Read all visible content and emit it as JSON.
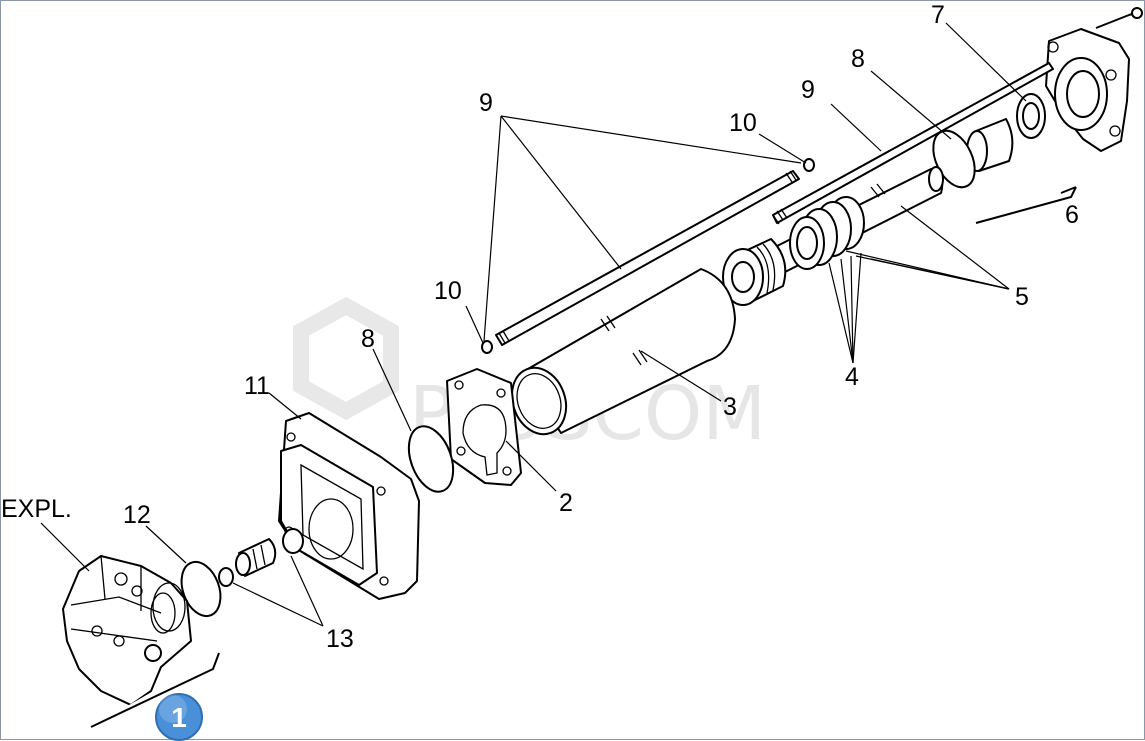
{
  "watermark": {
    "text": "PLUSCOM"
  },
  "callouts": [
    {
      "id": "c9-top",
      "text": "9"
    },
    {
      "id": "c10-top",
      "text": "10"
    },
    {
      "id": "c9-right",
      "text": "9"
    },
    {
      "id": "c8-top",
      "text": "8"
    },
    {
      "id": "c7",
      "text": "7"
    },
    {
      "id": "c6",
      "text": "6"
    },
    {
      "id": "c5",
      "text": "5"
    },
    {
      "id": "c4",
      "text": "4"
    },
    {
      "id": "c3",
      "text": "3"
    },
    {
      "id": "c2",
      "text": "2"
    },
    {
      "id": "c10-left",
      "text": "10"
    },
    {
      "id": "c8-left",
      "text": "8"
    },
    {
      "id": "c11",
      "text": "11"
    },
    {
      "id": "c12",
      "text": "12"
    },
    {
      "id": "c13",
      "text": "13"
    },
    {
      "id": "c-expl",
      "text": "EXPL."
    }
  ],
  "badge": {
    "text": "1",
    "color": "#4a90d9"
  }
}
